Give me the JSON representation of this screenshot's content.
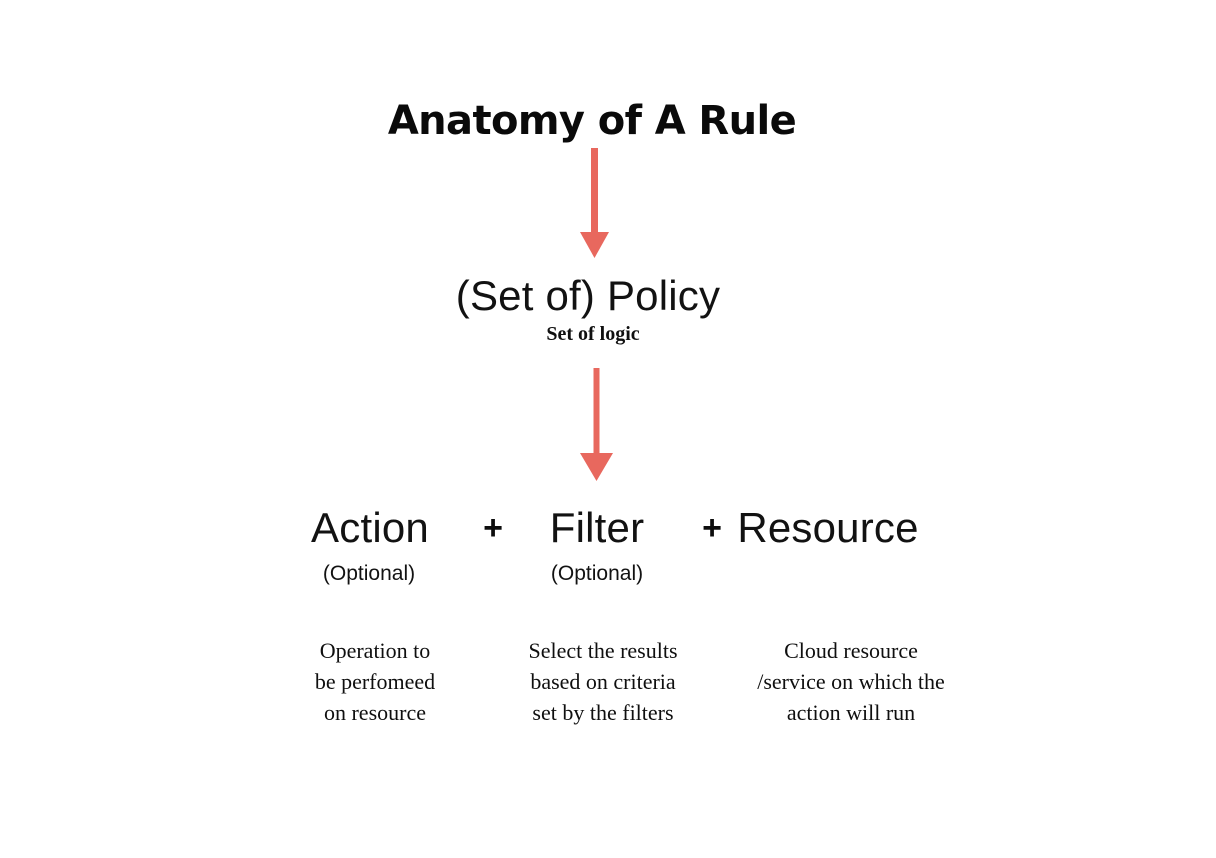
{
  "diagram": {
    "title": "Anatomy of A Rule",
    "accent_color": "#E8685E",
    "text_color": "#111111",
    "background_color": "#FFFFFF",
    "levels": {
      "policy": {
        "label": "(Set of) Policy",
        "subtitle": "Set of logic"
      },
      "components": {
        "operators": [
          "+",
          "+"
        ],
        "items": [
          {
            "label": "Action",
            "optional_label": "(Optional)",
            "description": "Operation to\nbe perfomeed\non resource"
          },
          {
            "label": "Filter",
            "optional_label": "(Optional)",
            "description": "Select the results\nbased on criteria\nset by the filters"
          },
          {
            "label": "Resource",
            "optional_label": "",
            "description": "Cloud resource\n/service on which the\naction will run"
          }
        ]
      }
    },
    "connectors": [
      {
        "name": "title-to-policy",
        "from": "title",
        "to": "policy"
      },
      {
        "name": "policy-to-components",
        "from": "policy",
        "to": "components"
      }
    ]
  }
}
